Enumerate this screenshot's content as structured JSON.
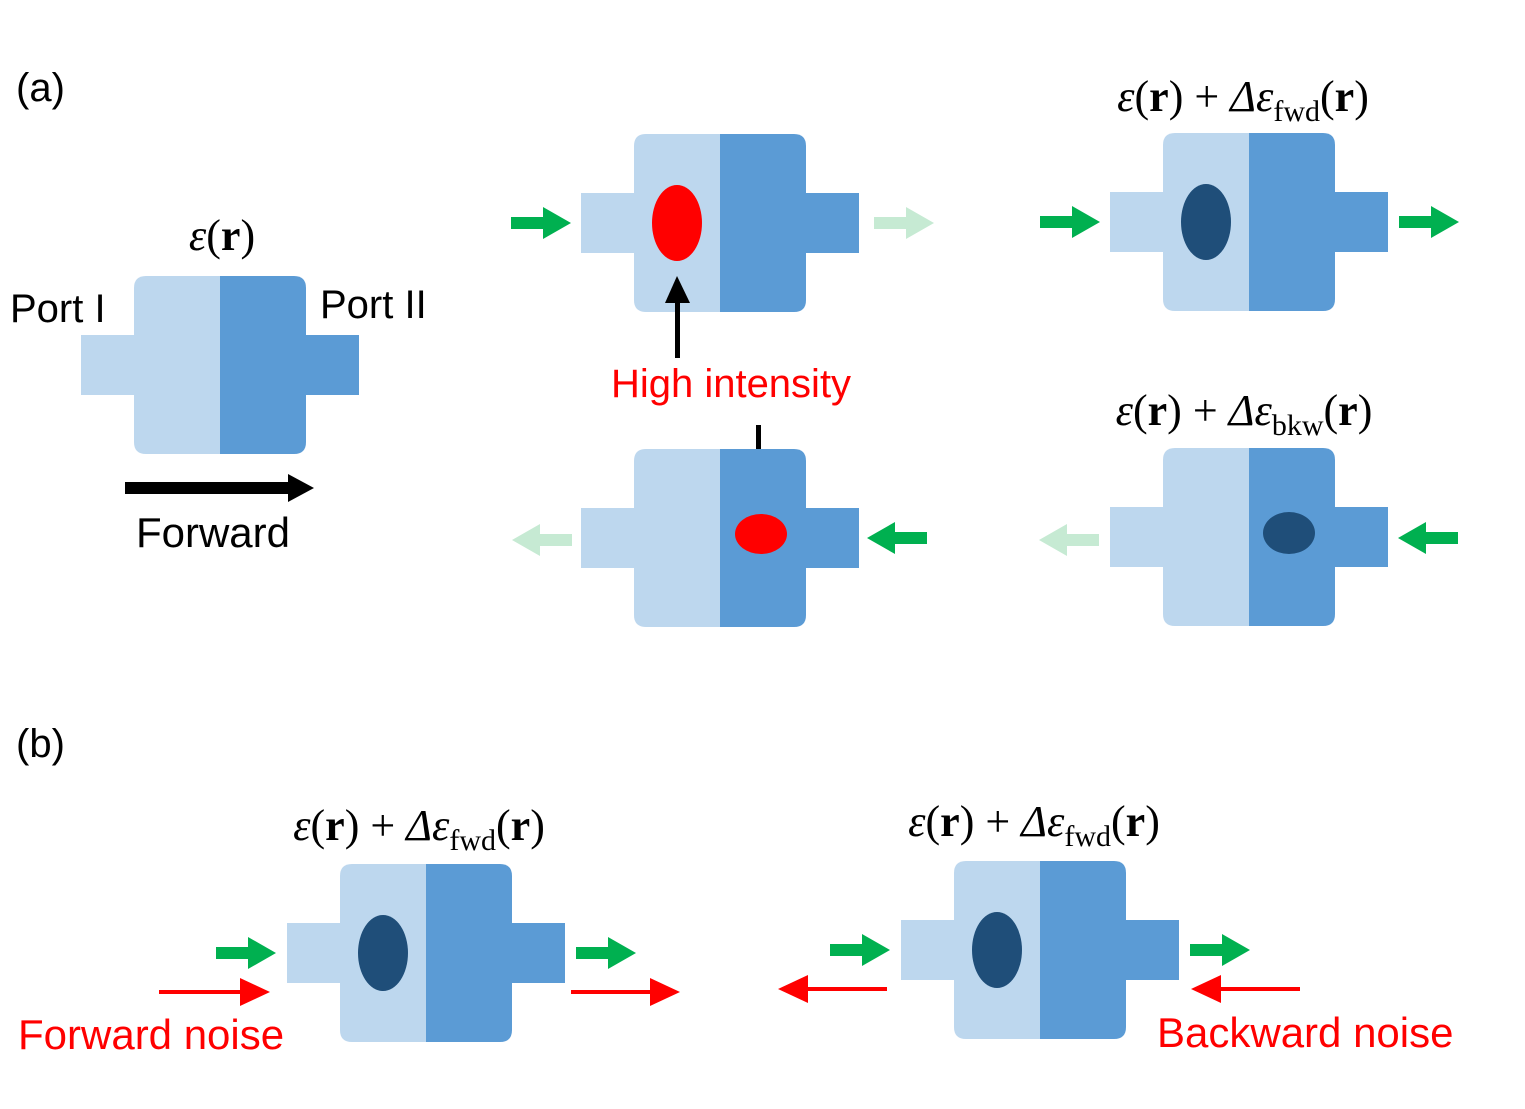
{
  "panel_a": {
    "label": "(a)",
    "base_device": {
      "eps_symbol": "ε",
      "eps_arg": "r",
      "port_left": "Port I",
      "port_right": "Port II",
      "direction_label": "Forward"
    },
    "high_intensity_label": "High intensity",
    "fwd_formula": {
      "eps": "ε",
      "r": "r",
      "plus": "+",
      "delta": "Δε",
      "sub": "fwd"
    },
    "bkw_formula": {
      "eps": "ε",
      "r": "r",
      "plus": "+",
      "delta": "Δε",
      "sub": "bkw"
    }
  },
  "panel_b": {
    "label": "(b)",
    "left_formula": {
      "eps": "ε",
      "r": "r",
      "plus": "+",
      "delta": "Δε",
      "sub": "fwd"
    },
    "right_formula": {
      "eps": "ε",
      "r": "r",
      "plus": "+",
      "delta": "Δε",
      "sub": "fwd"
    },
    "forward_noise_label": "Forward noise",
    "backward_noise_label": "Backward noise"
  },
  "colors": {
    "light_blue": "#bdd7ee",
    "mid_blue": "#5b9bd5",
    "dark_blue": "#1f4e79",
    "hot_red": "#ff0000",
    "green": "#00b050",
    "pale_green": "#c6ead3",
    "label_red": "#ff0000",
    "black": "#000000"
  }
}
